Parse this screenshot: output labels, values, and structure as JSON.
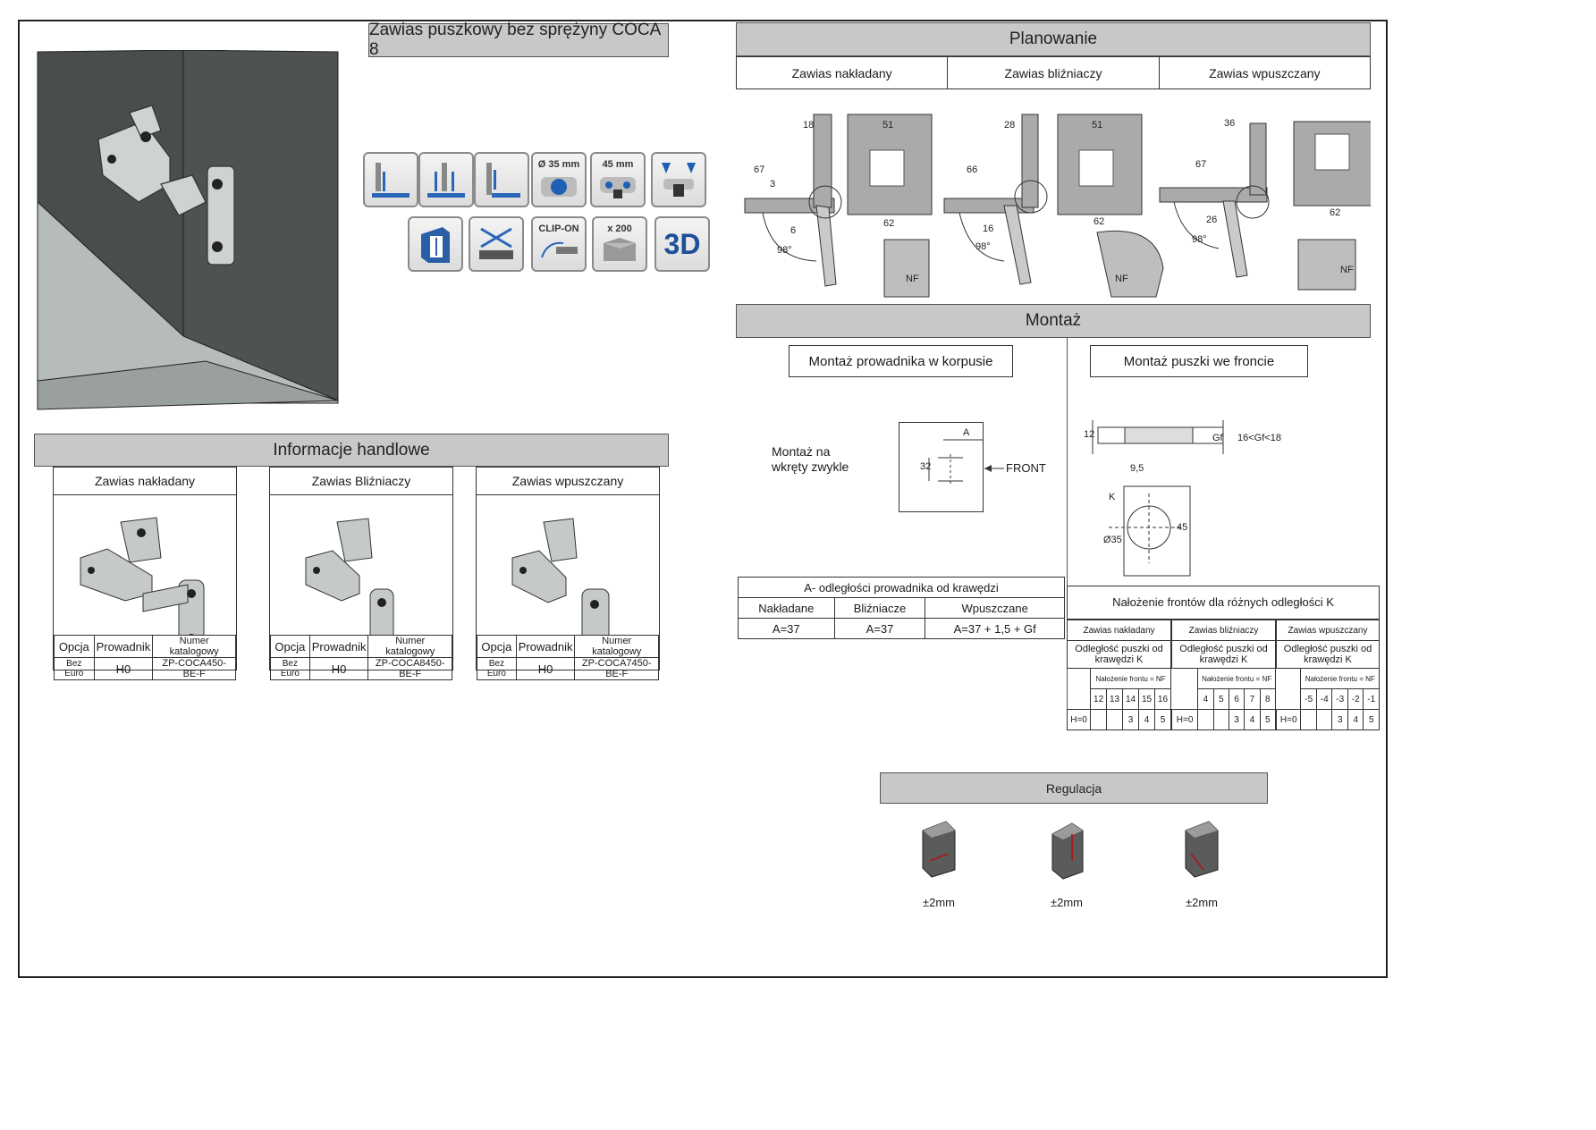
{
  "title": "Zawias puszkowy bez sprężyny COCA 8",
  "feature_icons": {
    "row1": [
      "overlay-hinge-icon",
      "twin-hinge-icon",
      "inset-hinge-icon",
      "Ø 35 mm",
      "45 mm",
      "screws-icon"
    ],
    "row2": [
      "adjustment-icon",
      "no-tools-icon",
      "CLIP-ON",
      "x 200",
      "3D"
    ]
  },
  "trade": {
    "title": "Informacje handlowe",
    "products": [
      {
        "name": "Zawias nakładany",
        "headers": [
          "Opcja",
          "Prowadnik",
          "Numer katalogowy"
        ],
        "option": "Bez Euro",
        "guide": "H0",
        "catalog": "ZP-COCA450-BE-F"
      },
      {
        "name": "Zawias Bliźniaczy",
        "headers": [
          "Opcja",
          "Prowadnik",
          "Numer katalogowy"
        ],
        "option": "Bez Euro",
        "guide": "H0",
        "catalog": "ZP-COCA8450-BE-F"
      },
      {
        "name": "Zawias wpuszczany",
        "headers": [
          "Opcja",
          "Prowadnik",
          "Numer katalogowy"
        ],
        "option": "Bez Euro",
        "guide": "H0",
        "catalog": "ZP-COCA7450-BE-F"
      }
    ]
  },
  "planning": {
    "title": "Planowanie",
    "types": [
      "Zawias nakładany",
      "Zawias bliźniaczy",
      "Zawias wpuszczany"
    ],
    "dims": {
      "d1": {
        "top": "18",
        "height": "67",
        "gap": "3",
        "side": "6",
        "angle": "98°",
        "w51": "51",
        "w62": "62",
        "nf": "NF"
      },
      "d2": {
        "top": "28",
        "height": "66",
        "side": "16",
        "angle": "98°",
        "w51": "51",
        "w62": "62",
        "nf": "NF"
      },
      "d3": {
        "top": "36",
        "height": "67",
        "side": "26",
        "angle": "98°",
        "w62": "62",
        "nf": "NF"
      }
    }
  },
  "montaz": {
    "title": "Montaż",
    "left_label": "Montaż prowadnika w korpusie",
    "right_label": "Montaż puszki we froncie",
    "screws_note_1": "Montaż na",
    "screws_note_2": "wkręty zwykle",
    "dim_a": "A",
    "dim_32": "32",
    "front": "FRONT",
    "dim_12": "12",
    "dim_gf": "Gf",
    "gf_range": "16<Gf<18",
    "dim_95": "9,5",
    "dim_k": "K",
    "dim_45": "45",
    "dim_35": "Ø35",
    "a_table": {
      "title": "A- odległości prowadnika od krawędzi",
      "headers": [
        "Nakładane",
        "Bliźniacze",
        "Wpuszczane"
      ],
      "values": [
        "A=37",
        "A=37",
        "A=37 + 1,5 + Gf"
      ]
    },
    "k_table": {
      "title": "Nałożenie frontów dla różnych odległości K",
      "groups": [
        {
          "name": "Zawias nakładany",
          "sub": "Odległość puszki od krawędzi  K",
          "nf": "Nałożenie frontu = NF",
          "k": [
            "12",
            "13",
            "14",
            "15",
            "16"
          ],
          "h": "H=0",
          "vals": [
            "",
            "",
            "3",
            "4",
            "5"
          ]
        },
        {
          "name": "Zawias bliźniaczy",
          "sub": "Odległość puszki od krawędzi  K",
          "nf": "Nałożenie frontu = NF",
          "k": [
            "4",
            "5",
            "6",
            "7",
            "8"
          ],
          "h": "H=0",
          "vals": [
            "",
            "",
            "3",
            "4",
            "5"
          ]
        },
        {
          "name": "Zawias wpuszczany",
          "sub": "Odległość puszki od krawędzi  K",
          "nf": "Nałożenie frontu = NF",
          "k": [
            "-5",
            "-4",
            "-3",
            "-2",
            "-1"
          ],
          "h": "H=0",
          "vals": [
            "",
            "",
            "3",
            "4",
            "5"
          ]
        }
      ]
    }
  },
  "regulation": {
    "title": "Regulacja",
    "items": [
      "±2mm",
      "±2mm",
      "±2mm"
    ]
  }
}
